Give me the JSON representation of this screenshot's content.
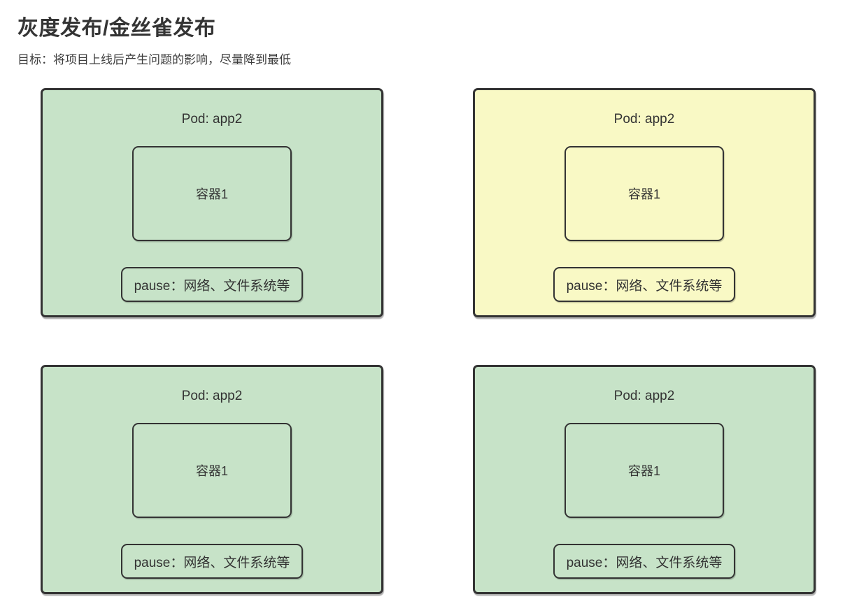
{
  "page": {
    "title": "灰度发布/金丝雀发布",
    "subtitle": "目标：将项目上线后产生问题的影响，尽量降到最低"
  },
  "colors": {
    "pod_green": "#c7e3c8",
    "pod_yellow": "#f9f9c5",
    "line": "#333333",
    "text": "#333333"
  },
  "pods": [
    {
      "title": "Pod: app2",
      "container_label": "容器1",
      "pause_label": "pause：网络、文件系统等",
      "variant": "green"
    },
    {
      "title": "Pod: app2",
      "container_label": "容器1",
      "pause_label": "pause：网络、文件系统等",
      "variant": "yellow"
    },
    {
      "title": "Pod: app2",
      "container_label": "容器1",
      "pause_label": "pause：网络、文件系统等",
      "variant": "green"
    },
    {
      "title": "Pod: app2",
      "container_label": "容器1",
      "pause_label": "pause：网络、文件系统等",
      "variant": "green"
    }
  ]
}
